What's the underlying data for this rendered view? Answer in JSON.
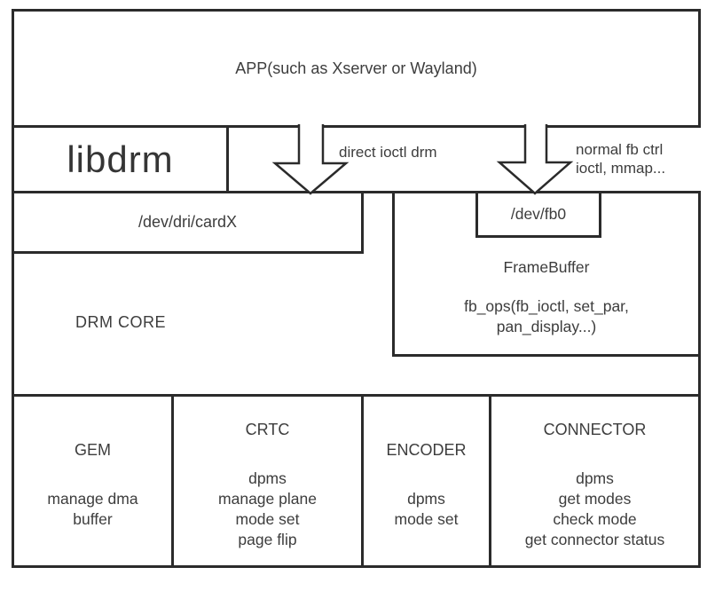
{
  "diagram": {
    "app": {
      "label": "APP(such as Xserver or Wayland)"
    },
    "libdrm": {
      "label": "libdrm"
    },
    "arrow_labels": {
      "direct": "direct ioctl drm",
      "normal_line1": "normal fb ctrl",
      "normal_line2": "ioctl, mmap..."
    },
    "dev_dri_card": {
      "label": "/dev/dri/cardX"
    },
    "dev_fb0": {
      "label": "/dev/fb0"
    },
    "framebuffer": {
      "title": "FrameBuffer",
      "ops_line1": "fb_ops(fb_ioctl, set_par,",
      "ops_line2": "pan_display...)"
    },
    "drm_core": {
      "label": "DRM CORE"
    },
    "components": [
      {
        "title": "GEM",
        "items": [
          "manage dma",
          "buffer"
        ]
      },
      {
        "title": "CRTC",
        "items": [
          "dpms",
          "manage plane",
          "mode set",
          "page flip"
        ]
      },
      {
        "title": "ENCODER",
        "items": [
          "dpms",
          "mode set"
        ]
      },
      {
        "title": "CONNECTOR",
        "items": [
          "dpms",
          "get modes",
          "check mode",
          "get connector status"
        ]
      }
    ],
    "colors": {
      "border": "#2b2b2b",
      "text": "#3d3d3d",
      "background": "#ffffff"
    }
  }
}
